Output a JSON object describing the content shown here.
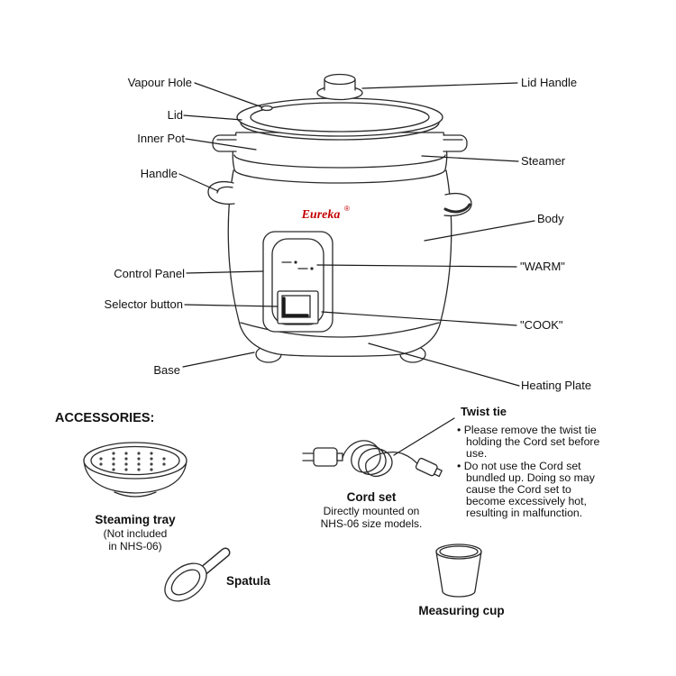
{
  "cooker": {
    "brand": "Eureka",
    "brand_reg": "®",
    "left_labels": [
      "Vapour Hole",
      "Lid",
      "Inner Pot",
      "Handle",
      "Control Panel",
      "Selector button",
      "Base"
    ],
    "right_labels": [
      "Lid Handle",
      "Steamer",
      "Body",
      "\"WARM\"",
      "\"COOK\"",
      "Heating Plate"
    ]
  },
  "accessories": {
    "heading": "ACCESSORIES:",
    "steaming_tray": {
      "label": "Steaming tray",
      "note1": "(Not included",
      "note2": "in NHS-06)"
    },
    "cord_set": {
      "label": "Cord set",
      "note1": "Directly mounted on",
      "note2": "NHS-06 size models."
    },
    "twist_tie": {
      "label": "Twist tie",
      "bullet1": "• Please remove the twist tie holding the Cord set before use.",
      "bullet2": "• Do not use the Cord set bundled up. Doing so may cause the Cord set to become excessively hot, resulting in malfunction."
    },
    "spatula": {
      "label": "Spatula"
    },
    "measuring_cup": {
      "label": "Measuring cup"
    }
  }
}
